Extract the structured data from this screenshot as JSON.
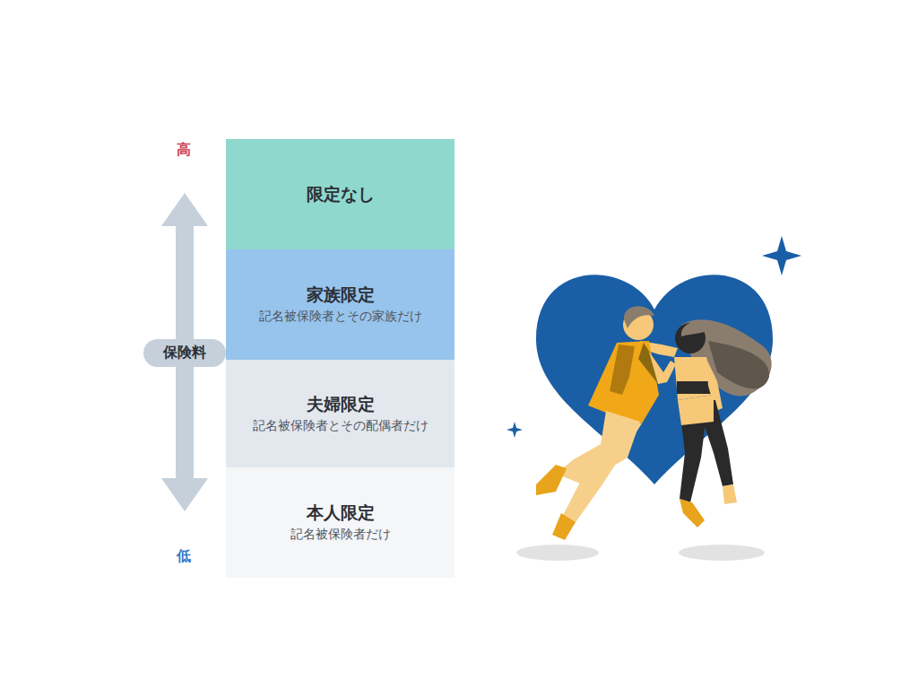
{
  "diagram": {
    "nodes": [
      {
        "text": [
          "限定なし"
        ]
      },
      {
        "text": [
          "家族限定",
          "記名被保険者とその家族だけ"
        ]
      },
      {
        "text": [
          "夫婦限定",
          "記名被保険者とその配偶者だけ"
        ]
      },
      {
        "text": [
          "本人限定",
          "記名被保険者だけ"
        ]
      },
      {
        "text": [
          "保険料"
        ]
      }
    ],
    "labels": [
      "高",
      "低"
    ]
  }
}
